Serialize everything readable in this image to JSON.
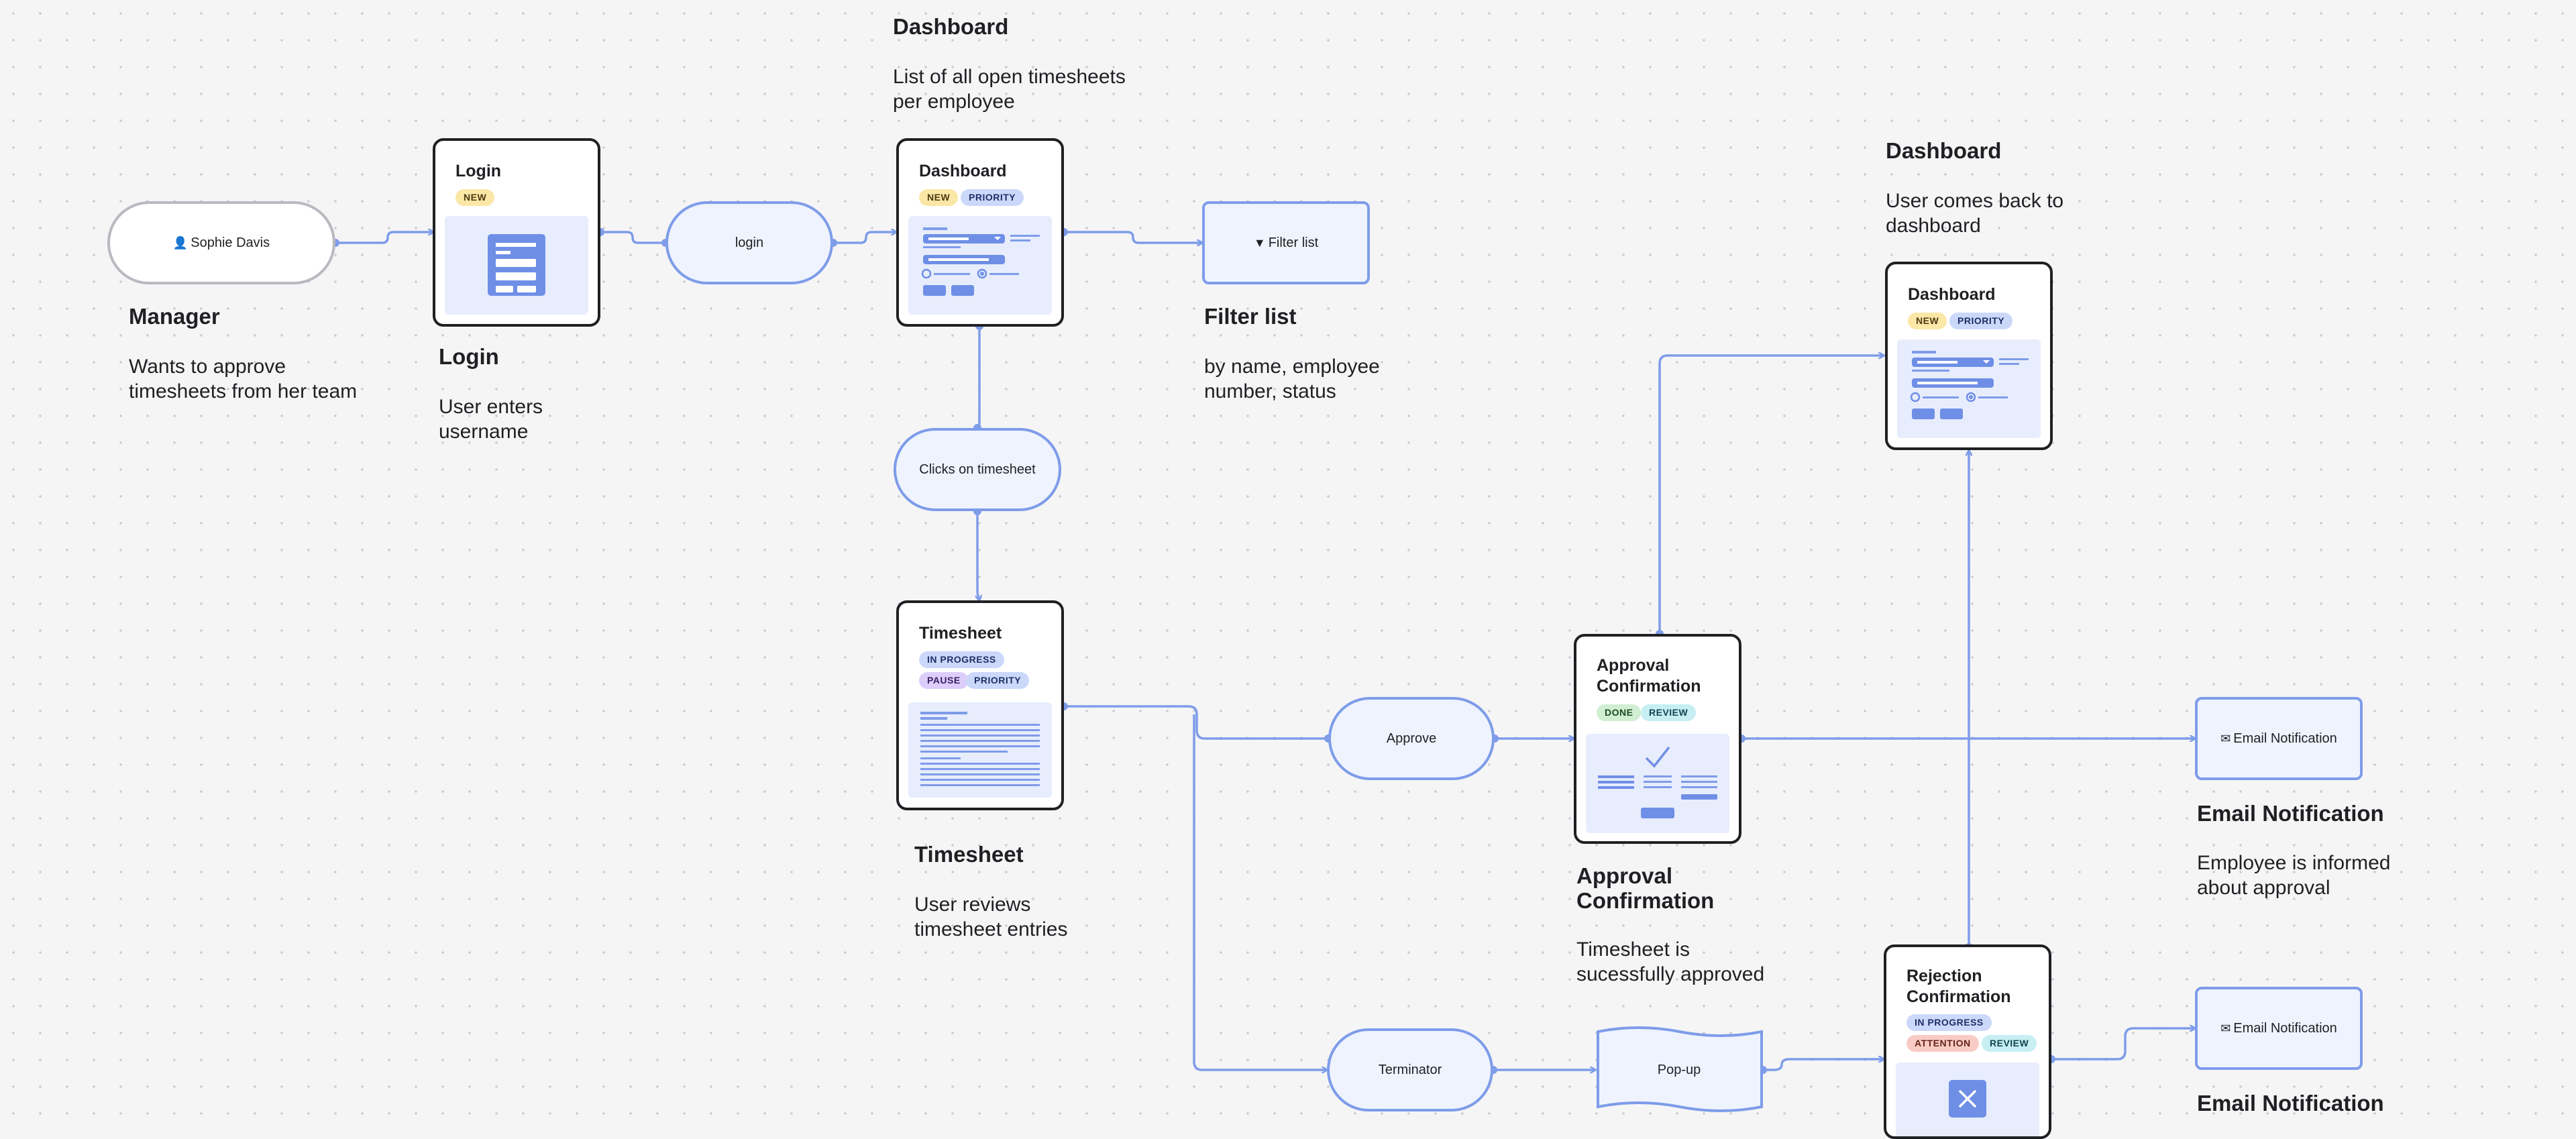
{
  "colors": {
    "connector": "#7e9ce9",
    "node_fill": "#eef3fe",
    "card_border": "#1f2023",
    "background": "#f5f5f6"
  },
  "actor": {
    "icon": "person-icon",
    "name": "Sophie Davis",
    "heading": "Manager",
    "description": "Wants to approve\ntimesheets from her team"
  },
  "login_card": {
    "title": "Login",
    "badges": [
      "NEW"
    ],
    "heading": "Login",
    "description": "User enters\nusername"
  },
  "login_step": {
    "label": "login"
  },
  "dashboard_top": {
    "heading": "Dashboard",
    "description": "List of all open timesheets\nper employee",
    "card_title": "Dashboard",
    "badges": [
      "NEW",
      "PRIORITY"
    ]
  },
  "filter": {
    "icon": "filter-icon",
    "label": "Filter list",
    "heading": "Filter list",
    "description": "by name, employee\nnumber, status"
  },
  "clicks_step": {
    "label": "Clicks on timesheet"
  },
  "timesheet_card": {
    "title": "Timesheet",
    "badges_row1": [
      "IN PROGRESS"
    ],
    "badges_row2": [
      "PAUSE",
      "PRIORITY"
    ],
    "heading": "Timesheet",
    "description": "User reviews\ntimesheet entries"
  },
  "approve_step": {
    "label": "Approve"
  },
  "approval_card": {
    "title_line1": "Approval",
    "title_line2": "Confirmation",
    "badges": [
      "DONE",
      "REVIEW"
    ],
    "heading_line1": "Approval",
    "heading_line2": "Confirmation",
    "description": "Timesheet is\nsucessfully approved"
  },
  "dashboard_right": {
    "heading": "Dashboard",
    "description": "User comes back to\ndashboard",
    "card_title": "Dashboard",
    "badges": [
      "NEW",
      "PRIORITY"
    ]
  },
  "email_top": {
    "icon": "envelope-icon",
    "label": "Email Notification",
    "heading": "Email Notification",
    "description": "Employee is informed\nabout approval"
  },
  "terminator_step": {
    "label": "Terminator"
  },
  "popup_step": {
    "label": "Pop-up"
  },
  "rejection_card": {
    "title_line1": "Rejection",
    "title_line2": "Confirmation",
    "badges_row1": [
      "IN PROGRESS"
    ],
    "badges_row2": [
      "ATTENTION",
      "REVIEW"
    ]
  },
  "email_bottom": {
    "icon": "envelope-icon",
    "label": "Email Notification",
    "heading": "Email Notification"
  }
}
